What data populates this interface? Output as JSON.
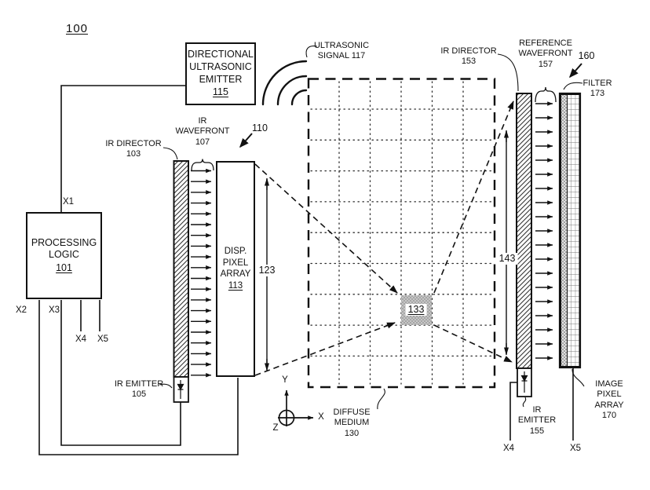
{
  "figure_number": "100",
  "boxes": {
    "ultrasonic_emitter": {
      "title": "DIRECTIONAL\nULTRASONIC\nEMITTER",
      "ref": "115"
    },
    "processing_logic": {
      "title": "PROCESSING\nLOGIC",
      "ref": "101"
    },
    "display_pixel_array": {
      "title": "DISP.\nPIXEL\nARRAY",
      "ref": "113"
    }
  },
  "labels": {
    "ultrasonic_signal": "ULTRASONIC\nSIGNAL 117",
    "ir_director_left": "IR DIRECTOR\n103",
    "ir_wavefront": "IR\nWAVEFRONT\n107",
    "ir_emitter_left": "IR EMITTER\n105",
    "ir_director_right": "IR DIRECTOR\n153",
    "reference_wavefront": "REFERENCE\nWAVEFRONT\n157",
    "filter": "FILTER\n173",
    "image_pixel_array": "IMAGE\nPIXEL\nARRAY\n170",
    "ir_emitter_right": "IR\nEMITTER\n155",
    "diffuse_medium": "DIFFUSE\nMEDIUM\n130",
    "voxel": "133",
    "ref_110": "110",
    "ref_123": "123",
    "ref_143": "143",
    "ref_160": "160"
  },
  "ports": {
    "x1": "X1",
    "x2": "X2",
    "x3": "X3",
    "x4": "X4",
    "x5": "X5"
  },
  "axes": {
    "x": "X",
    "y": "Y",
    "z": "Z"
  },
  "colors": {
    "ink": "#1a1a1a",
    "voxel_fill": "#c6c6c6",
    "background": "#ffffff"
  }
}
